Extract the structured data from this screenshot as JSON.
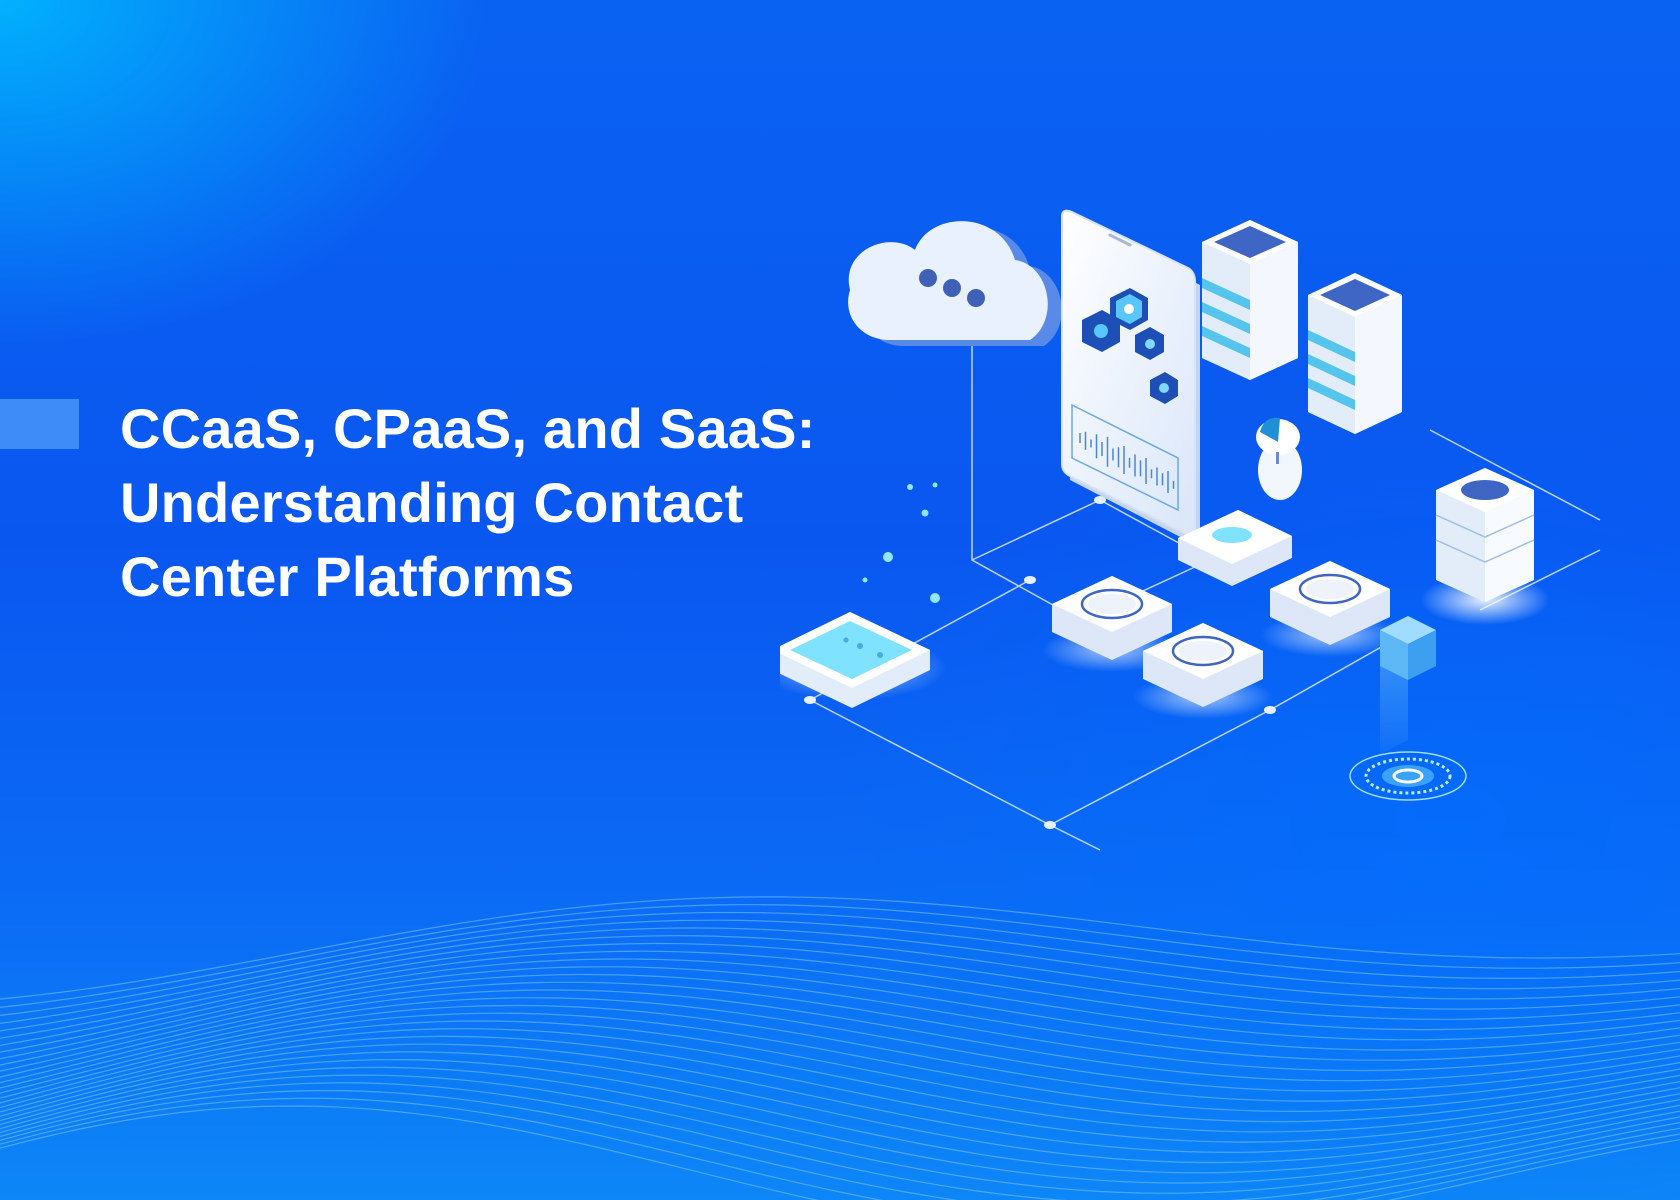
{
  "hero": {
    "title_lines": [
      "CCaaS, CPaaS, and SaaS:",
      "Understanding Contact",
      "Center Platforms"
    ]
  },
  "colors": {
    "background_top": "#0a62f2",
    "background_bottom": "#0d86f7",
    "accent_bar": "#3d8cf8",
    "text": "#ffffff",
    "device_white": "#eef3fb",
    "device_shadow": "#aebde0",
    "cyan_glow": "#7fe3ff"
  },
  "illustration": {
    "icons": [
      "cloud-chat-icon",
      "smartphone-icon",
      "server-rack-icon",
      "router-icon",
      "robot-icon",
      "data-cube-icon"
    ]
  }
}
